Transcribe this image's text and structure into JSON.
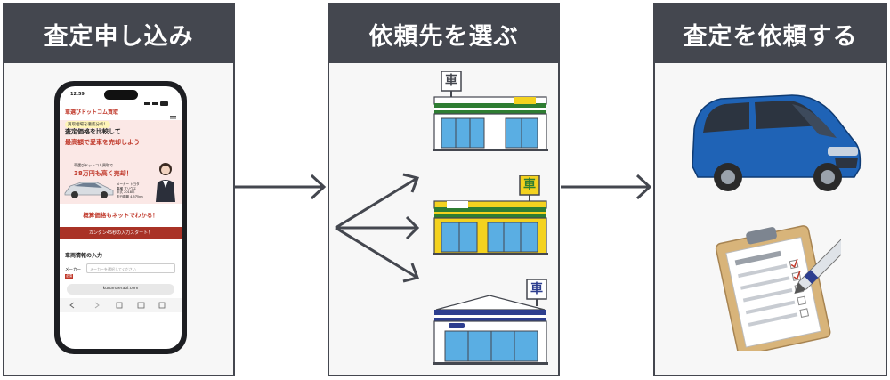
{
  "steps": [
    {
      "title": "査定申し込み"
    },
    {
      "title": "依頼先を選ぶ"
    },
    {
      "title": "査定を依頼する"
    }
  ],
  "phone": {
    "time": "12:59",
    "logo": "車選びドットコム買取",
    "badge": "買取相場を徹底分析！",
    "headline1": "査定価格を比較して",
    "headline2": "最高額で愛車を売却しよう",
    "compare_note": "車選びドットコム買取で",
    "price_text": "38万円も高く売却！",
    "car_spec_maker_label": "メーカー",
    "car_spec_maker_value": "トヨタ",
    "car_spec_model_label": "車種",
    "car_spec_model_value": "プリウス",
    "car_spec_year_label": "年式",
    "car_spec_year_value": "2018年",
    "car_spec_mileage_label": "走行距離",
    "car_spec_mileage_value": "4.5万km",
    "estimate_text": "概算価格もネットでわかる！",
    "cta_text": "カンタン45秒の入力スタート！",
    "section_title": "車両情報の入力",
    "field_label": "メーカー",
    "field_required": "必須",
    "field_placeholder": "メーカーを選択してください",
    "url": "kurumaerabi.com"
  },
  "shop_sign": "車",
  "colors": {
    "header_bg": "#44474f",
    "panel_bg": "#f7f7f7",
    "arrow": "#44474f",
    "car_blue": "#1f63b6",
    "accent_red": "#c0392b",
    "store_green": "#2e7d32",
    "store_yellow": "#f4d21f",
    "store_navy": "#2d3e8f"
  }
}
